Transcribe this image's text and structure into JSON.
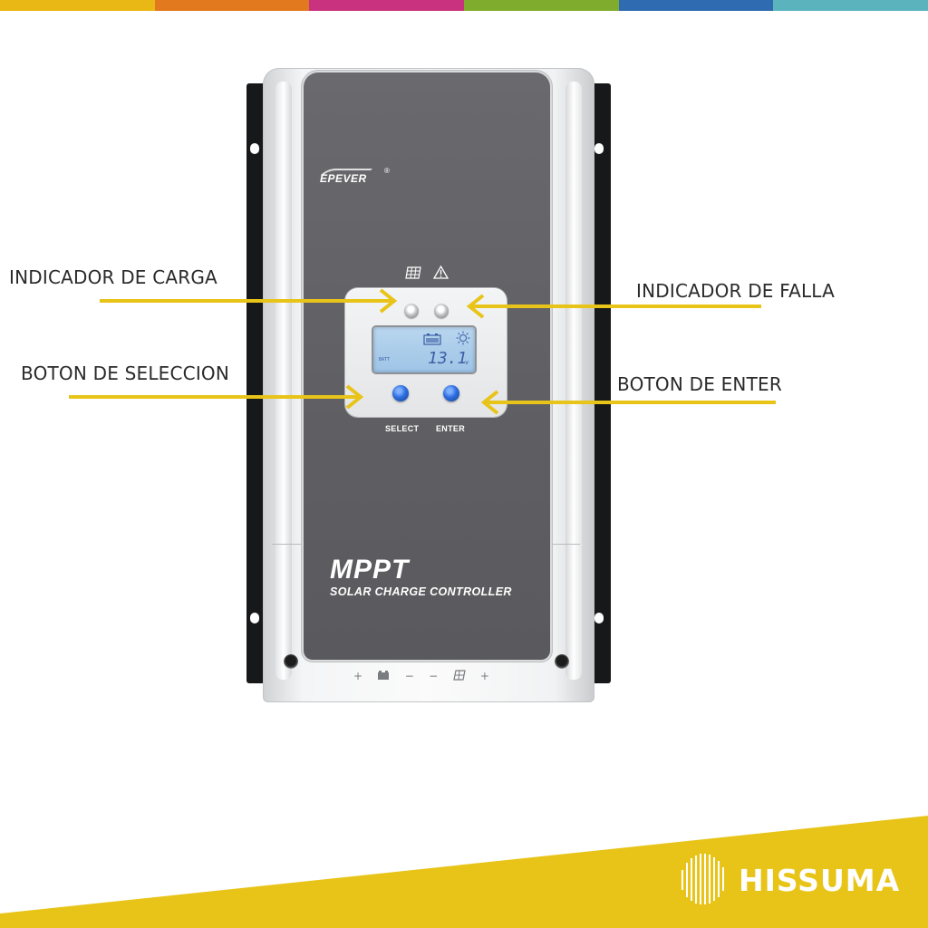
{
  "colors": {
    "stripes": [
      "#e9b814",
      "#e2791f",
      "#c9327e",
      "#80ac2e",
      "#2e6bb0",
      "#5bb4bd"
    ],
    "arrow": "#e8c419",
    "footer": "#e8c419",
    "panel": "#5f5f63",
    "lcd": "#a8cceb",
    "button": "#2f6fe0"
  },
  "callouts": {
    "charge_indicator": "INDICADOR DE CARGA",
    "fault_indicator": "INDICADOR DE FALLA",
    "select_button": "BOTON DE SELECCION",
    "enter_button": "BOTON DE ENTER"
  },
  "device": {
    "brand": "EPEVER",
    "registered": "®",
    "indicator_icons": [
      "solar-panel-icon",
      "warning-icon"
    ],
    "lcd_value": "13.1",
    "lcd_unit": "v",
    "lcd_small_label": "BATT",
    "select_label": "SELECT",
    "enter_label": "ENTER",
    "model": "MPPT",
    "subtitle": "SOLAR CHARGE CONTROLLER",
    "terminal_labels": [
      "+",
      "−",
      "−",
      "+"
    ],
    "terminal_icons": [
      "battery-icon",
      "solar-panel-icon"
    ]
  },
  "footer": {
    "logo_text": "HISSUMA",
    "logo_icon": "sun-stripes-icon"
  }
}
